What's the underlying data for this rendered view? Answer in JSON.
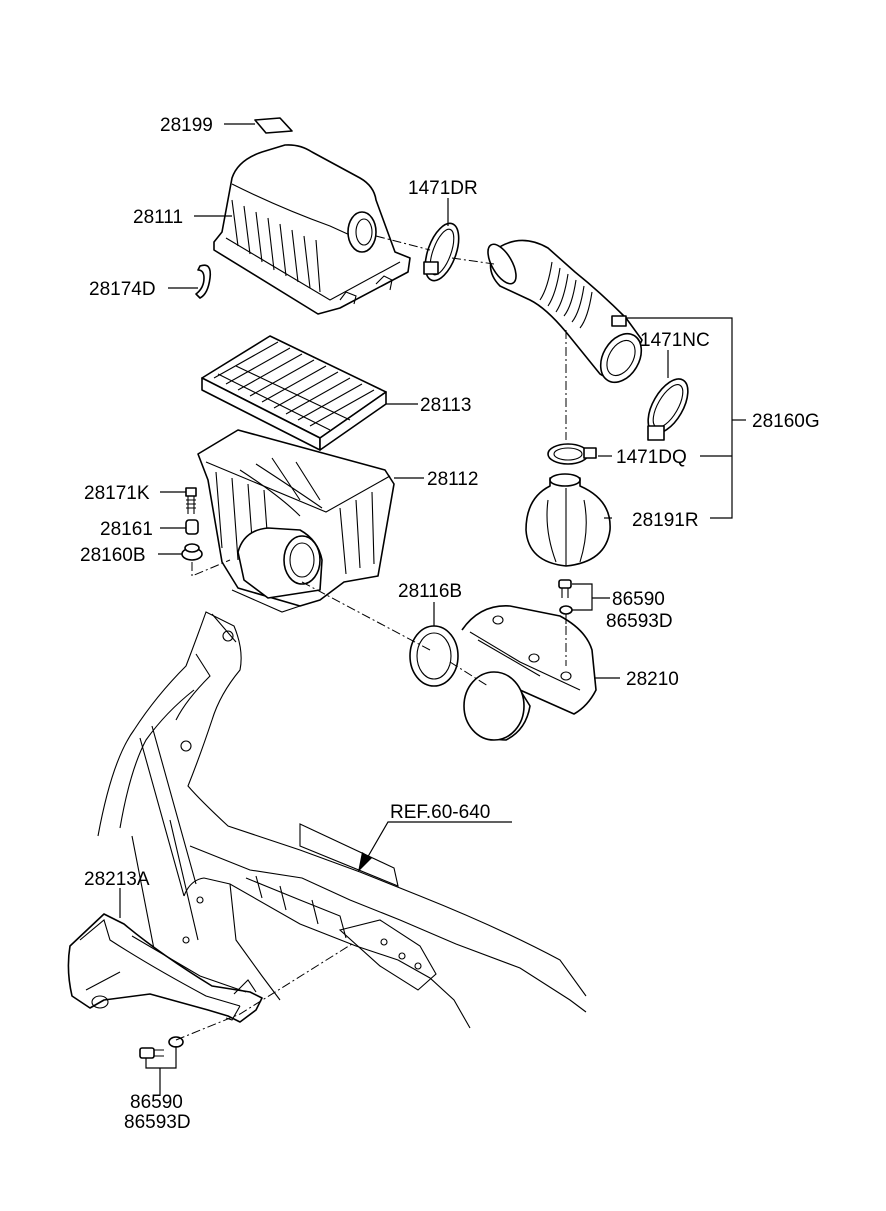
{
  "labels": {
    "p28199": "28199",
    "p28111": "28111",
    "p1471DR": "1471DR",
    "p28174D": "28174D",
    "p1471NC": "1471NC",
    "p28113": "28113",
    "p28160G": "28160G",
    "p28112": "28112",
    "p1471DQ": "1471DQ",
    "p28171K": "28171K",
    "p28161": "28161",
    "p28191R": "28191R",
    "p28160B": "28160B",
    "p28116B": "28116B",
    "p86590_top": "86590",
    "p86593D_top": "86593D",
    "p28210": "28210",
    "ref": "REF.60-640",
    "p28213A": "28213A",
    "p86590_bottom": "86590",
    "p86593D_bottom": "86593D"
  }
}
